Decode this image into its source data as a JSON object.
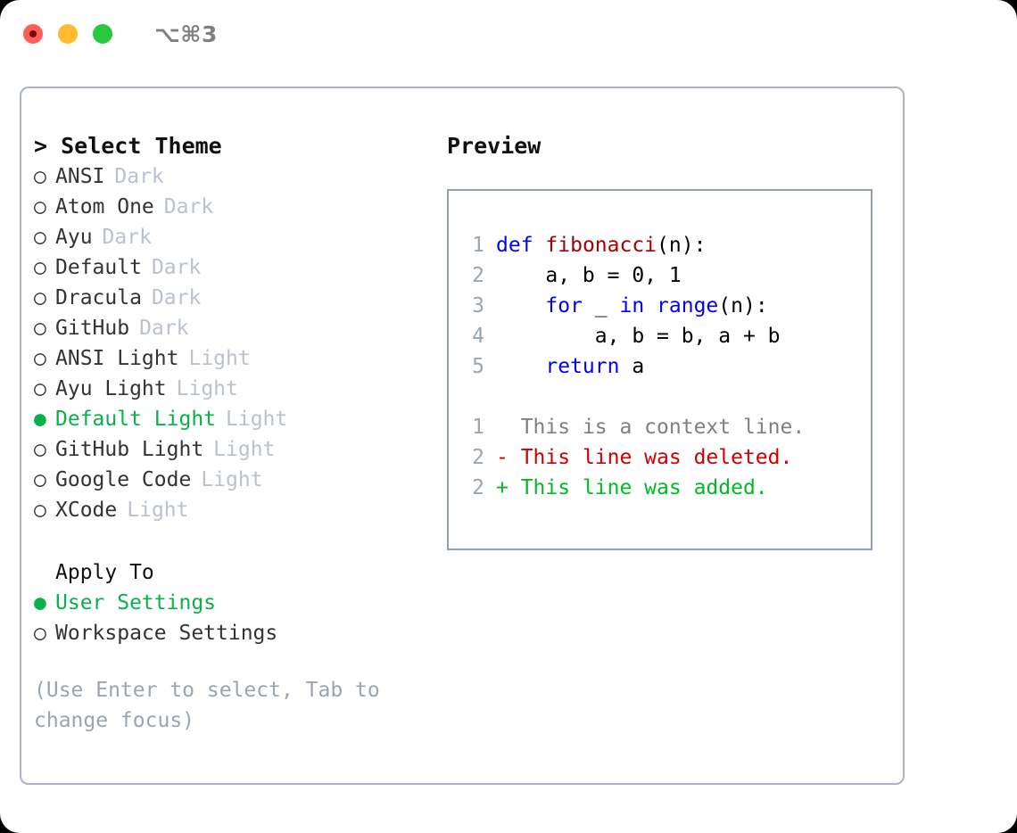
{
  "window": {
    "shortcut": "⌥⌘3",
    "traffic_lights": [
      {
        "name": "close-button",
        "color": "#ff5f57",
        "recording": true
      },
      {
        "name": "minimize-button",
        "color": "#febc2e",
        "recording": false
      },
      {
        "name": "maximize-button",
        "color": "#28c840",
        "recording": false
      }
    ]
  },
  "colors": {
    "accent_green": "#0ab04a",
    "muted": "#b9c2cd",
    "hint": "#9aa5b1",
    "border": "#aab4c4",
    "keyword": "#0000ff",
    "function": "#aa0000",
    "diff_delete": "#cc0000",
    "diff_add": "#00bb22",
    "diff_context": "#808080"
  },
  "theme_panel": {
    "title": "> Select Theme",
    "items": [
      {
        "bullet": "○",
        "label": "ANSI",
        "tag": "Dark",
        "selected": false
      },
      {
        "bullet": "○",
        "label": "Atom One",
        "tag": "Dark",
        "selected": false
      },
      {
        "bullet": "○",
        "label": "Ayu",
        "tag": "Dark",
        "selected": false
      },
      {
        "bullet": "○",
        "label": "Default",
        "tag": "Dark",
        "selected": false
      },
      {
        "bullet": "○",
        "label": "Dracula",
        "tag": "Dark",
        "selected": false
      },
      {
        "bullet": "○",
        "label": "GitHub",
        "tag": "Dark",
        "selected": false
      },
      {
        "bullet": "○",
        "label": "ANSI Light",
        "tag": "Light",
        "selected": false
      },
      {
        "bullet": "○",
        "label": "Ayu Light",
        "tag": "Light",
        "selected": false
      },
      {
        "bullet": "●",
        "label": "Default Light",
        "tag": "Light",
        "selected": true
      },
      {
        "bullet": "○",
        "label": "GitHub Light",
        "tag": "Light",
        "selected": false
      },
      {
        "bullet": "○",
        "label": "Google Code",
        "tag": "Light",
        "selected": false
      },
      {
        "bullet": "○",
        "label": "XCode",
        "tag": "Light",
        "selected": false
      }
    ]
  },
  "apply_to": {
    "title": "Apply To",
    "options": [
      {
        "bullet": "●",
        "label": "User Settings",
        "selected": true
      },
      {
        "bullet": "○",
        "label": "Workspace Settings",
        "selected": false
      }
    ]
  },
  "hint": "(Use Enter to select, Tab to change focus)",
  "preview": {
    "title": "Preview",
    "code_lines": [
      {
        "number": "1",
        "tokens": [
          {
            "t": "def",
            "c": "kw"
          },
          {
            "t": " ",
            "c": "plain"
          },
          {
            "t": "fibonacci",
            "c": "fn"
          },
          {
            "t": "(n):",
            "c": "plain"
          }
        ]
      },
      {
        "number": "2",
        "tokens": [
          {
            "t": "    a, b = 0, 1",
            "c": "plain"
          }
        ]
      },
      {
        "number": "3",
        "tokens": [
          {
            "t": "    ",
            "c": "plain"
          },
          {
            "t": "for",
            "c": "kw"
          },
          {
            "t": " _ ",
            "c": "plain"
          },
          {
            "t": "in",
            "c": "kw"
          },
          {
            "t": " ",
            "c": "plain"
          },
          {
            "t": "range",
            "c": "kw"
          },
          {
            "t": "(n):",
            "c": "plain"
          }
        ]
      },
      {
        "number": "4",
        "tokens": [
          {
            "t": "        a, b = b, a + b",
            "c": "plain"
          }
        ]
      },
      {
        "number": "5",
        "tokens": [
          {
            "t": "    ",
            "c": "plain"
          },
          {
            "t": "return",
            "c": "kw"
          },
          {
            "t": " a",
            "c": "plain"
          }
        ]
      }
    ],
    "diff_lines": [
      {
        "number": "1",
        "marker": " ",
        "text": " This is a context line.",
        "kind": "diff-ctx"
      },
      {
        "number": "2",
        "marker": "-",
        "text": " This line was deleted.",
        "kind": "diff-del"
      },
      {
        "number": "2",
        "marker": "+",
        "text": " This line was added.",
        "kind": "diff-add"
      }
    ]
  }
}
